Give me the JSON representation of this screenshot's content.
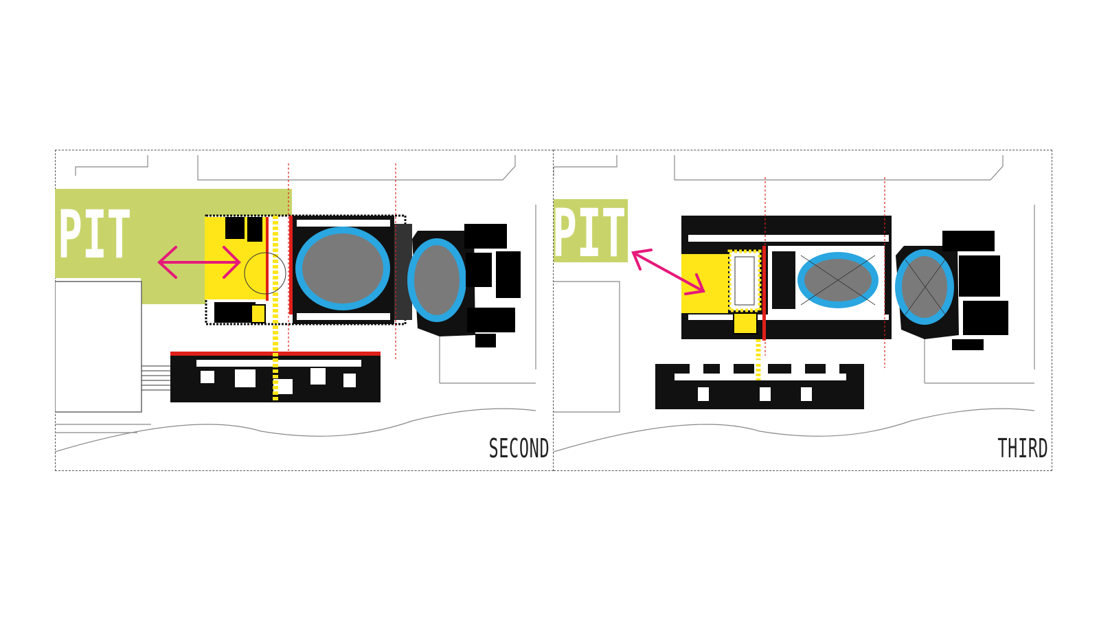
{
  "panels": [
    {
      "floor_label": "SECOND",
      "zone_label": "PIT"
    },
    {
      "floor_label": "THIRD",
      "zone_label": "PIT"
    }
  ],
  "colors": {
    "pit_zone": "#c8d46a",
    "highlight": "#ffe619",
    "rink": "#2aa6e0",
    "rink_fill": "#7a7a7a",
    "arrow": "#e6197a",
    "wall": "#000000",
    "axis": "#e0201a"
  },
  "icons": [
    "double-arrow-icon"
  ]
}
